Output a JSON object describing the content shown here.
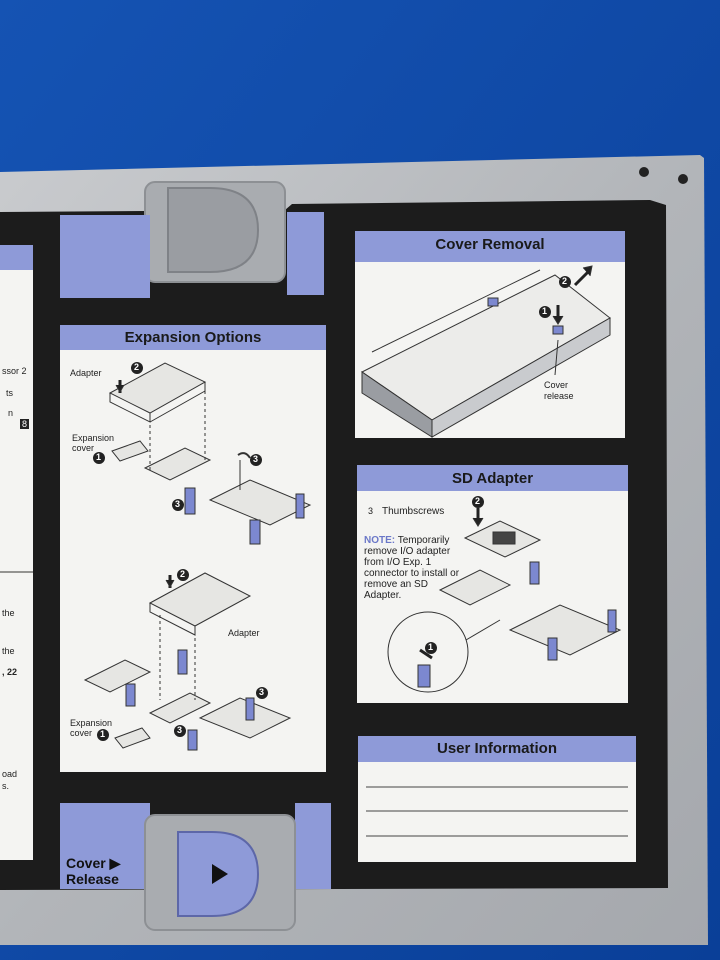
{
  "colors": {
    "background": "#0d4aa8",
    "metal": "#b9bcc0",
    "label_black": "#1c1c1c",
    "panel_white": "#f4f4f2",
    "header_blue": "#8e9ad8",
    "accent_blue": "#7c88d0"
  },
  "panels": {
    "expansion": {
      "title": "Expansion Options",
      "labels": {
        "adapter_top": "Adapter",
        "expansion_cover_top": "Expansion\ncover",
        "adapter_bottom": "Adapter",
        "expansion_cover_bottom": "Expansion\ncover"
      },
      "step_numbers": [
        "2",
        "1",
        "3",
        "3",
        "2",
        "3",
        "1",
        "3"
      ]
    },
    "cover_removal": {
      "title": "Cover Removal",
      "labels": {
        "cover_release": "Cover\nrelease"
      },
      "step_numbers": [
        "2",
        "1"
      ]
    },
    "sd_adapter": {
      "title": "SD Adapter",
      "labels": {
        "thumbscrews": "Thumbscrews",
        "note_label": "NOTE:",
        "note_text": "Temporarily remove I/O adapter from I/O Exp. 1 connector to install or remove an SD Adapter."
      },
      "step_numbers": [
        "3",
        "2",
        "1"
      ]
    },
    "user_information": {
      "title": "User Information",
      "line_count": 3
    },
    "left_partial": {
      "fragments": [
        "ssor 2",
        "ts",
        "n",
        "8",
        "the",
        "the",
        ", 22",
        "oad",
        "s."
      ]
    }
  },
  "cover_release_button": {
    "label_line1": "Cover ▶",
    "label_line2": "Release"
  }
}
